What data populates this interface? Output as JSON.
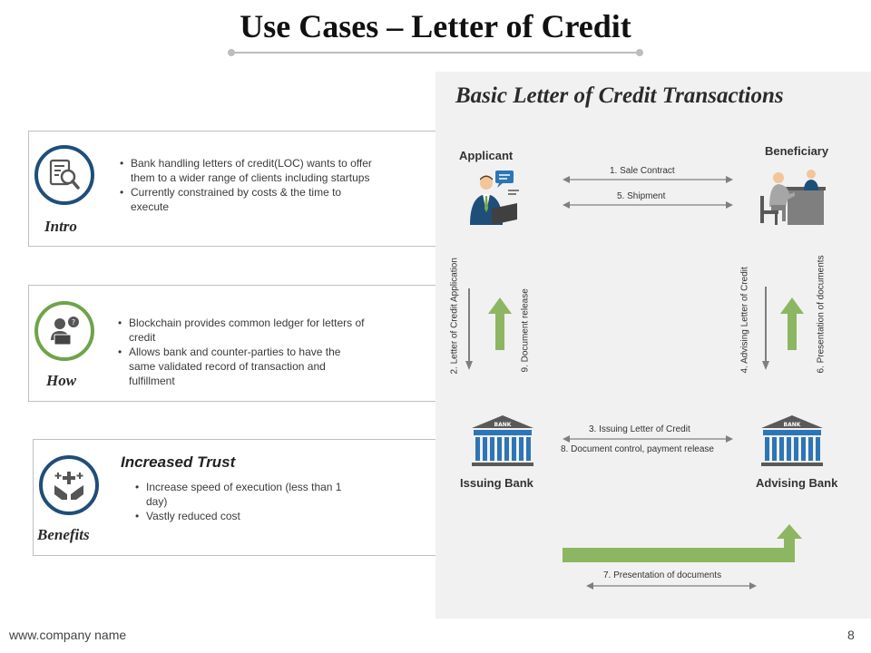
{
  "title": "Use Cases – Letter of Credit",
  "cards": [
    {
      "label": "Intro",
      "icon": "document-search-icon",
      "color": "#1f4e79",
      "bullets": [
        "Bank handling letters of credit(LOC) wants to offer them to a wider range of clients including startups",
        "Currently constrained by costs & the time to execute"
      ]
    },
    {
      "label": "How",
      "icon": "person-laptop-icon",
      "color": "#70a34a",
      "bullets": [
        "Blockchain provides common ledger for letters of credit",
        "Allows bank and counter-parties to have the same validated record of transaction and fulfillment"
      ]
    },
    {
      "label": "Benefits",
      "icon": "hands-plus-icon",
      "color": "#1f4e79",
      "subtitle": "Increased Trust",
      "bullets": [
        "Increase speed of execution (less than 1 day)",
        "Vastly reduced cost"
      ]
    }
  ],
  "diagram": {
    "title": "Basic Letter of Credit Transactions",
    "applicant": "Applicant",
    "beneficiary": "Beneficiary",
    "issuing_bank": "Issuing Bank",
    "advising_bank": "Advising Bank",
    "bank_sign": "BANK",
    "steps": {
      "s1": "1.  Sale Contract",
      "s5": "5.    Shipment",
      "s2": "2.    Letter of Credit Application",
      "s9": "9.    Document release",
      "s4": "4.    Advising Letter of Credit",
      "s6": "6.    Presentation of documents",
      "s3": "3.    Issuing Letter of Credit",
      "s8": "8.    Document control, payment release",
      "s7": "7.    Presentation of documents"
    },
    "colors": {
      "green": "#8db662",
      "blue": "#2e75b6",
      "grey": "#7f7f7f"
    }
  },
  "footer": {
    "website": "www.company name",
    "page": "8"
  }
}
